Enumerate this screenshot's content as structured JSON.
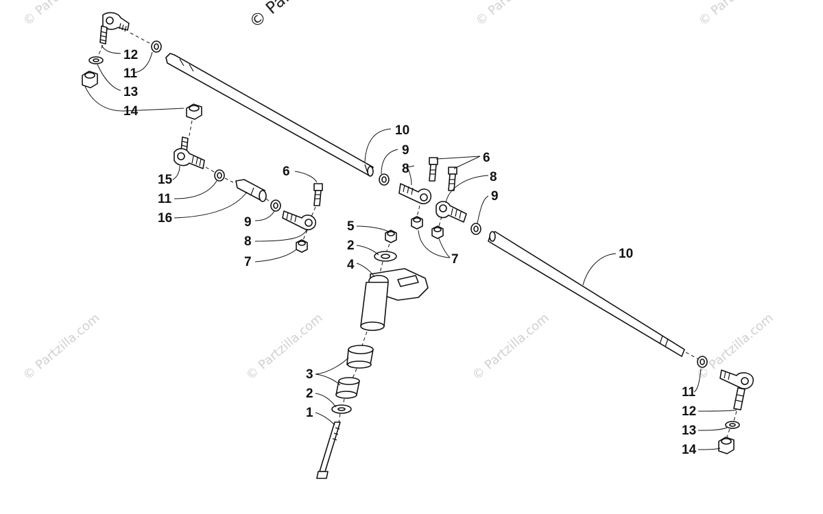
{
  "watermark": {
    "top_text": "© Partzilla.com",
    "tile_text": "© Partzilla.com"
  },
  "callouts": {
    "c1": "1",
    "c2a": "2",
    "c2b": "2",
    "c3": "3",
    "c4": "4",
    "c5": "5",
    "c6a": "6",
    "c6b": "6",
    "c7a": "7",
    "c7b": "7",
    "c8a": "8",
    "c8b": "8",
    "c8c": "8",
    "c9a": "9",
    "c9b": "9",
    "c9c": "9",
    "c10a": "10",
    "c10b": "10",
    "c11a": "11",
    "c11b": "11",
    "c11c": "11",
    "c12a": "12",
    "c12b": "12",
    "c13a": "13",
    "c13b": "13",
    "c14a": "14",
    "c14b": "14",
    "c15": "15",
    "c16": "16"
  }
}
